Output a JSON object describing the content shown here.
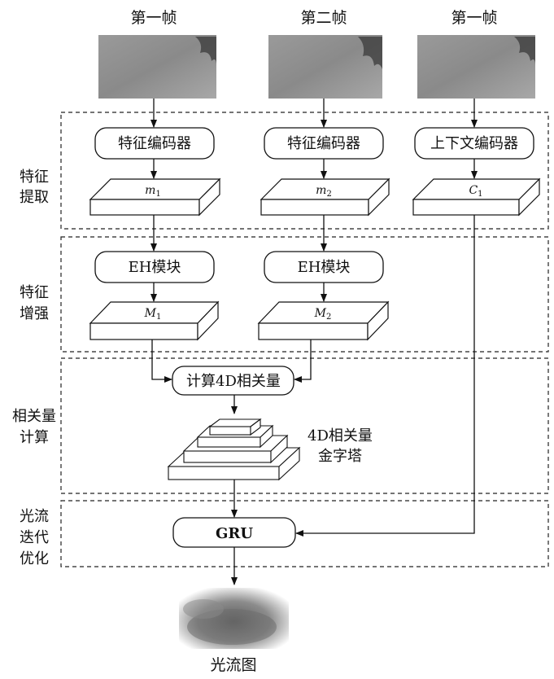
{
  "frames": {
    "frame1_label": "第一帧",
    "frame2_label": "第二帧",
    "frame3_label": "第一帧"
  },
  "sections": {
    "feature_extraction": [
      "特征",
      "提取"
    ],
    "feature_enhancement": [
      "特征",
      "增强"
    ],
    "correlation": [
      "相关量",
      "计算"
    ],
    "refinement": [
      "光流",
      "迭代",
      "优化"
    ]
  },
  "encoders": {
    "feature_encoder_1": "特征编码器",
    "feature_encoder_2": "特征编码器",
    "context_encoder": "上下文编码器"
  },
  "features": {
    "m1": {
      "base": "m",
      "sub": "1"
    },
    "m2": {
      "base": "m",
      "sub": "2"
    },
    "c1": {
      "base": "C",
      "sub": "1"
    },
    "M1": {
      "base": "M",
      "sub": "1"
    },
    "M2": {
      "base": "M",
      "sub": "2"
    }
  },
  "modules": {
    "eh_1": "EH模块",
    "eh_2": "EH模块",
    "corr": "计算4D相关量",
    "gru": "GRU"
  },
  "pyramid": [
    "4D相关量",
    "金字塔"
  ],
  "output_label": "光流图"
}
